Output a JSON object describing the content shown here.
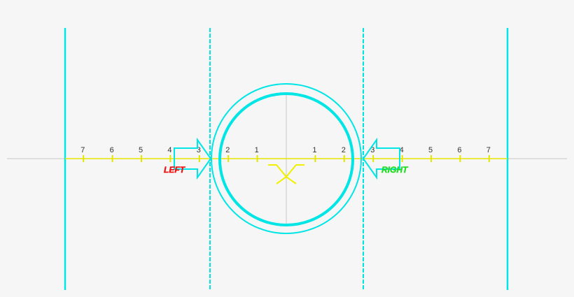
{
  "colors": {
    "background": "#f6f6f6",
    "guide": "#00e5e5",
    "axis": "#c8c8c8",
    "scale": "#e5e500",
    "tick_text": "#333333",
    "left_label": "#ee1111",
    "right_label": "#22dd22",
    "center_mark": "#f0f000"
  },
  "scale": {
    "left_ticks": [
      "7",
      "6",
      "5",
      "4",
      "3",
      "2",
      "1"
    ],
    "right_ticks": [
      "1",
      "2",
      "3",
      "4",
      "5",
      "6",
      "7"
    ]
  },
  "labels": {
    "left": "LEFT",
    "right": "RIGHT"
  },
  "icons": {
    "left_arrow": "arrow-right-icon",
    "right_arrow": "arrow-left-icon",
    "center_marker": "aircraft-w-symbol-icon"
  }
}
